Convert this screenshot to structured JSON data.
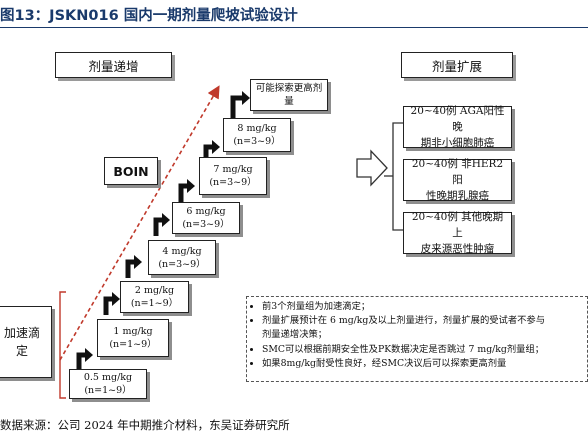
{
  "title": "图13：JSKN016 国内一期剂量爬坡试验设计",
  "headers": {
    "escalation": "剂量递增",
    "expansion": "剂量扩展"
  },
  "boin": "BOIN",
  "accelerated": {
    "line1": "加速滴",
    "line2": "定"
  },
  "steps": [
    {
      "dose": "0.5 mg/kg",
      "n": "(n=1~9）"
    },
    {
      "dose": "1 mg/kg",
      "n": "(n=1~9）"
    },
    {
      "dose": "2 mg/kg",
      "n": "(n=1~9）"
    },
    {
      "dose": "4 mg/kg",
      "n": "(n=3~9）"
    },
    {
      "dose": "6 mg/kg",
      "n": "(n=3~9）"
    },
    {
      "dose": "7 mg/kg",
      "n": "(n=3~9）"
    },
    {
      "dose": "8 mg/kg",
      "n": "(n=3~9）"
    }
  ],
  "top_step": {
    "line1": "可能探索更高剂",
    "line2": "量"
  },
  "expansions": [
    {
      "line1": "20~40例 AGA阳性晚",
      "line2": "期非小细胞肺癌"
    },
    {
      "line1": "20~40例 非HER2阳",
      "line2": "性晚期乳腺癌"
    },
    {
      "line1": "20~40例 其他晚期上",
      "line2": "皮来源恶性肿瘤"
    }
  ],
  "notes": [
    "前3个剂量组为加速滴定；",
    "剂量扩展预计在 6 mg/kg及以上剂量进行，剂量扩展的受试者不参与",
    "剂量递增决策；",
    "SMC可以根据前期安全性及PK数据决定是否跳过 7 mg/kg剂量组；",
    "如果8mg/kg耐受性良好，经SMC决议后可以探索更高剂量"
  ],
  "source": "数据来源：公司 2024 年中期推介材料，东吴证券研究所",
  "colors": {
    "title": "#1a3a6b",
    "arrow": "#c0392b",
    "step_arrow": "#111111"
  }
}
